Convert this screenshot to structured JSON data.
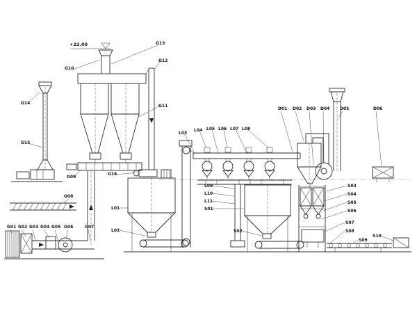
{
  "diagram": {
    "elevation_marker": "+22.00",
    "labels": {
      "G01": "G01",
      "G02": "G02",
      "G03": "G03",
      "G04": "G04",
      "G05": "G05",
      "G06": "G06",
      "G07": "G07",
      "G08": "G08",
      "G09": "G09",
      "G10": "G10",
      "G11": "G11",
      "G12": "G12",
      "G13": "G13",
      "G14": "G14",
      "G15": "G15",
      "G16": "G16",
      "L01": "L01",
      "L02": "L02",
      "L03": "L03",
      "L04": "L04",
      "L05": "L05",
      "L06": "L06",
      "L07": "L07",
      "L08": "L08",
      "L09": "L09",
      "L10": "L10",
      "L11": "L11",
      "S01": "S01",
      "S02": "S02",
      "S03": "S03",
      "S04": "S04",
      "S05": "S05",
      "S06": "S06",
      "S07": "S07",
      "S08": "S08",
      "S09": "S09",
      "S10": "S10",
      "D01": "D01",
      "D02": "D02",
      "D03": "D03",
      "D04": "D04",
      "D05": "D05",
      "D06": "D06"
    }
  }
}
